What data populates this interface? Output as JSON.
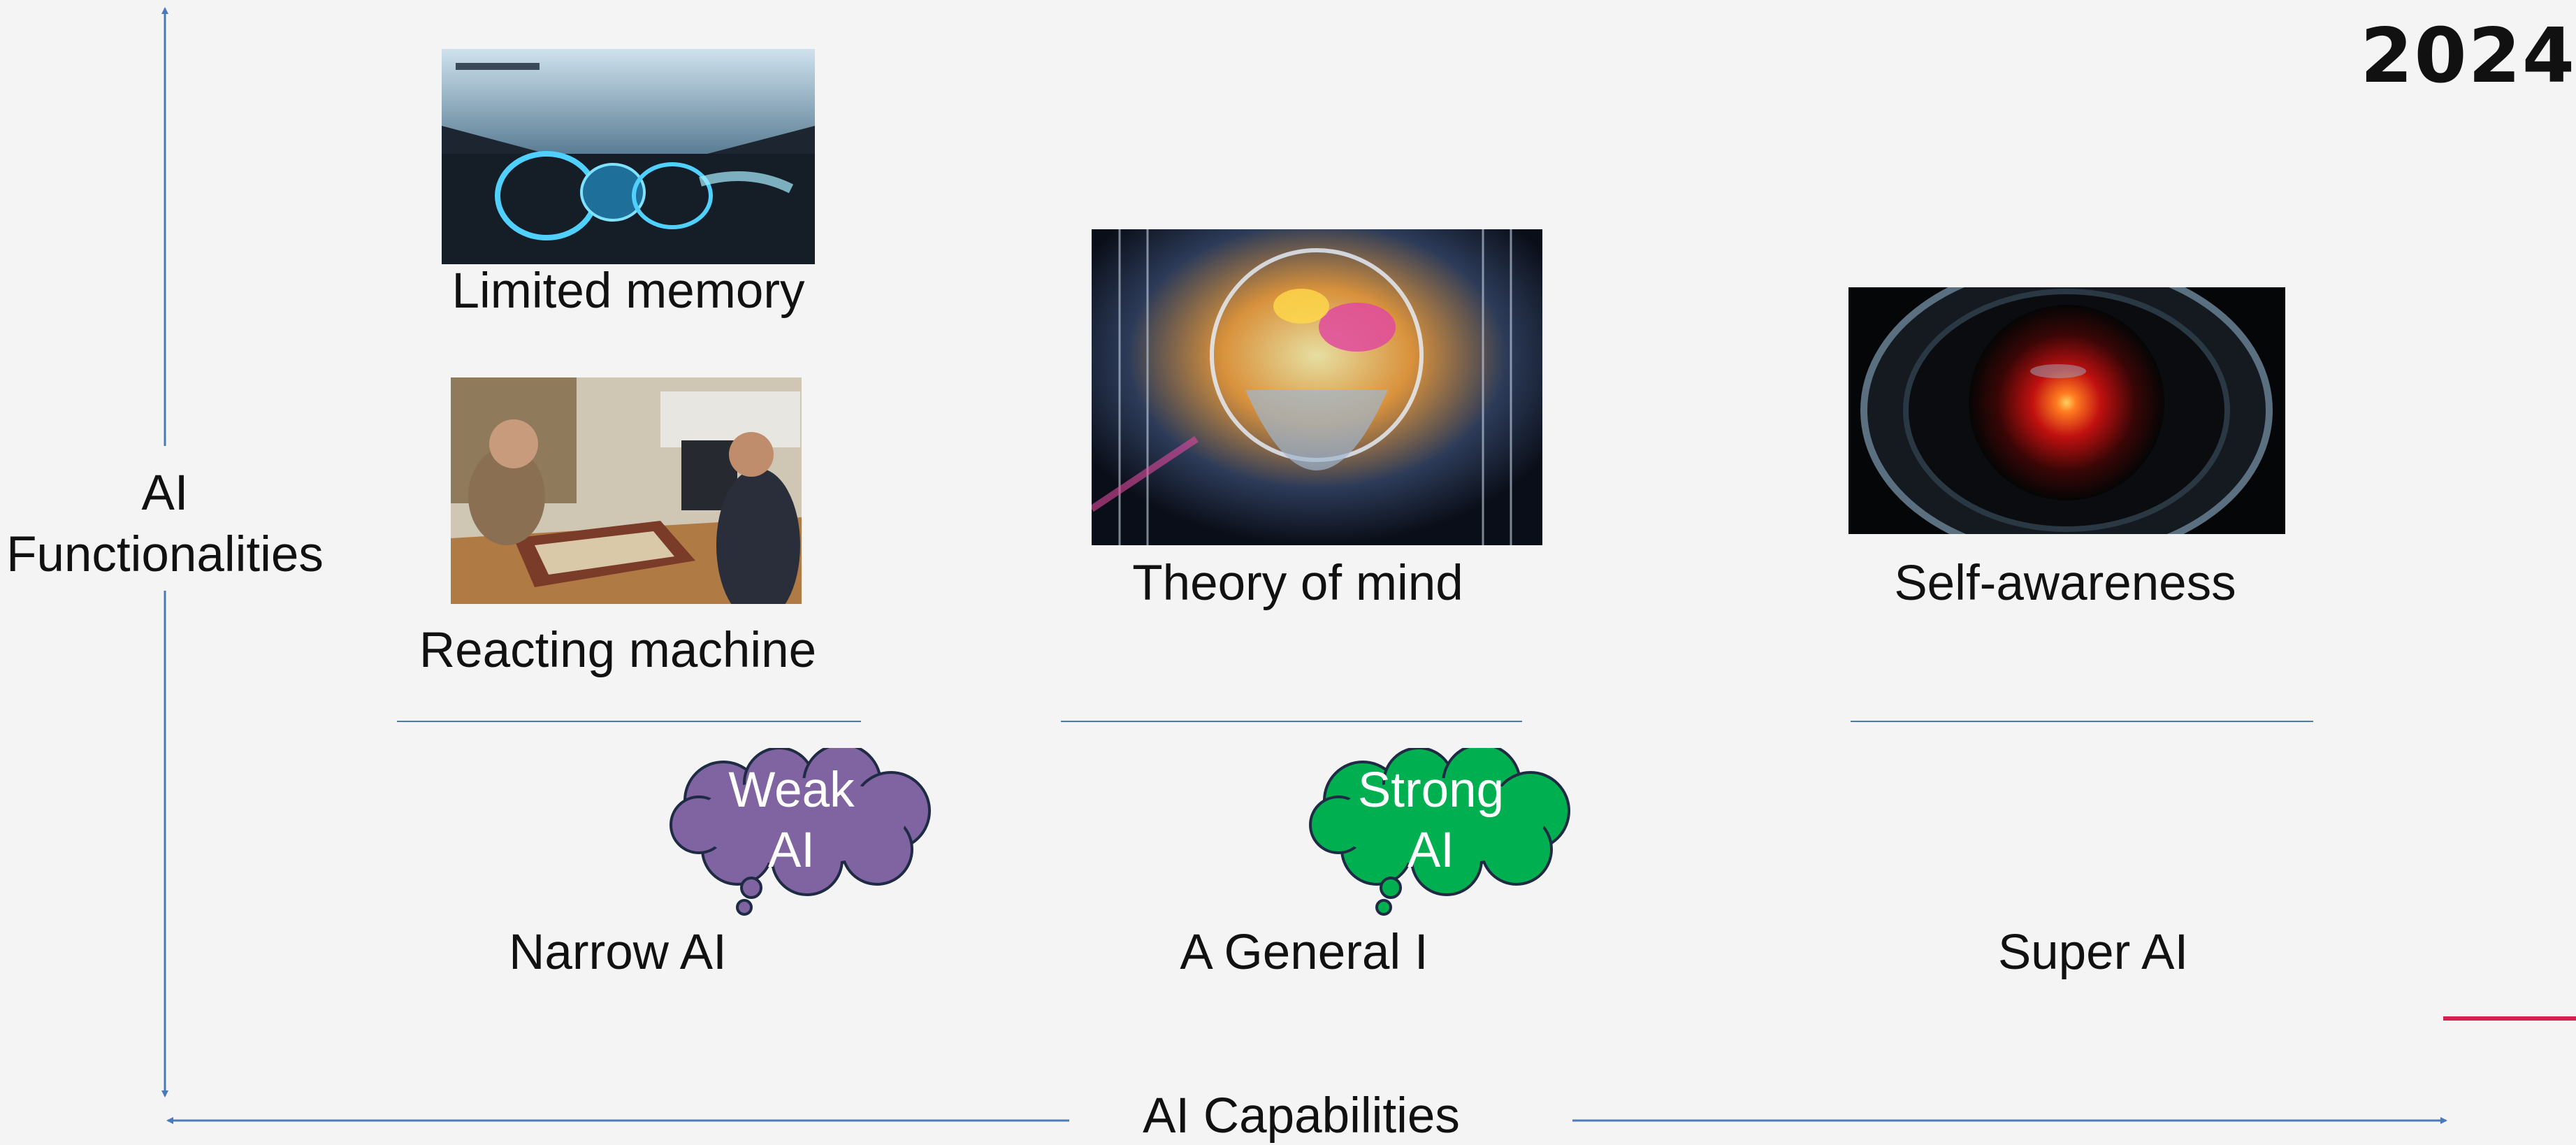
{
  "diagram": {
    "y_axis_label_line1": "AI",
    "y_axis_label_line2": "Functionalities",
    "x_axis_label": "AI Capabilities",
    "functionalities": {
      "limited_memory": "Limited memory",
      "reacting_machine": "Reacting machine",
      "theory_of_mind": "Theory of mind",
      "self_awareness": "Self-awareness"
    },
    "capabilities": {
      "narrow": "Narrow AI",
      "general": "A General I",
      "super": "Super AI"
    },
    "clouds": {
      "weak": "Weak\nAI",
      "strong": "Strong\nAI"
    },
    "colors": {
      "axis": "#4a7ab8",
      "weak_cloud": "#8064a2",
      "strong_cloud": "#00b050",
      "accent_arrow": "#d6204e"
    }
  },
  "header": {
    "year": "2024"
  },
  "images": [
    "self-driving-car-dashboard",
    "chess-match-photo",
    "glowing-brain-head",
    "red-camera-eye"
  ]
}
